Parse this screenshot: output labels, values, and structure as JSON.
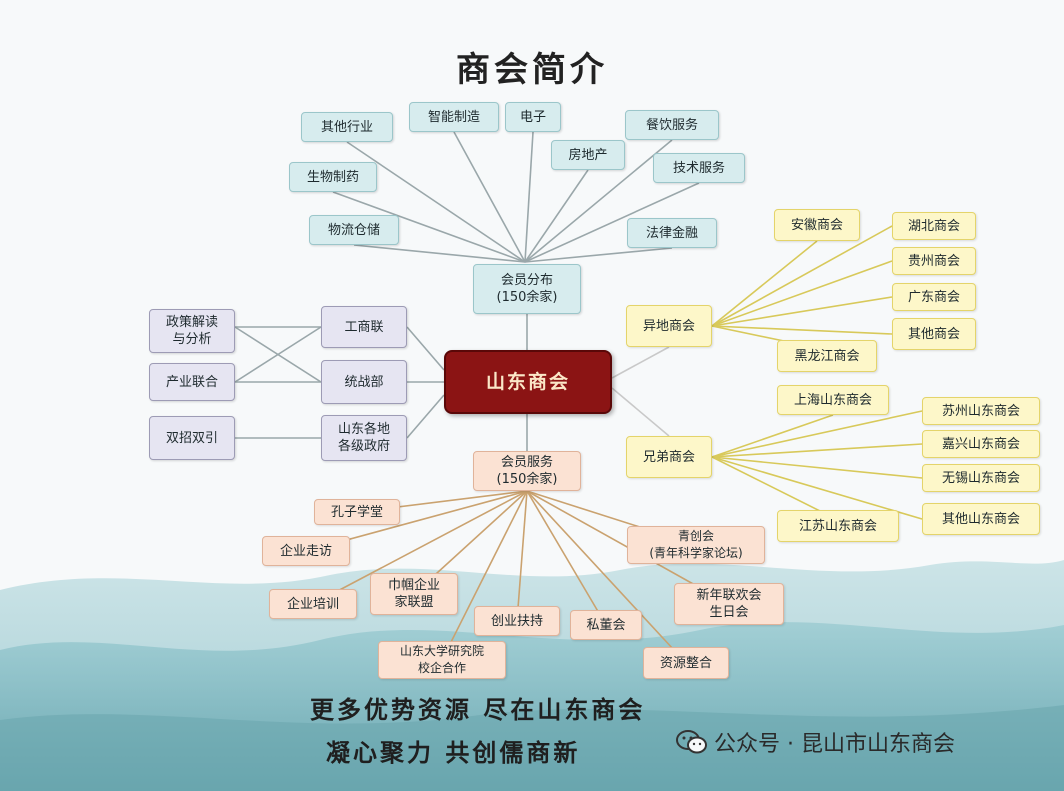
{
  "title": "商会简介",
  "center": "山东商会",
  "members_dist": {
    "hub": "会员分布\n(150余家)",
    "items": [
      "其他行业",
      "智能制造",
      "电子",
      "餐饮服务",
      "房地产",
      "生物制药",
      "技术服务",
      "物流仓储",
      "法律金融"
    ]
  },
  "members_service": {
    "hub": "会员服务\n(150余家)",
    "items": [
      "孔子学堂",
      "企业走访",
      "青创会\n(青年科学家论坛)",
      "巾帼企业\n家联盟",
      "企业培训",
      "新年联欢会\n生日会",
      "创业扶持",
      "私董会",
      "山东大学研究院\n校企合作",
      "资源整合"
    ]
  },
  "left_panel": {
    "hubs": [
      "工商联",
      "统战部",
      "山东各地\n各级政府"
    ],
    "items": [
      "政策解读\n与分析",
      "产业联合",
      "双招双引"
    ]
  },
  "remote_chambers": {
    "hub": "异地商会",
    "items": [
      "安徽商会",
      "湖北商会",
      "贵州商会",
      "广东商会",
      "其他商会",
      "黑龙江商会"
    ]
  },
  "brother_chambers": {
    "hub": "兄弟商会",
    "items": [
      "上海山东商会",
      "苏州山东商会",
      "嘉兴山东商会",
      "无锡山东商会",
      "其他山东商会",
      "江苏山东商会"
    ]
  },
  "slogans": [
    "更多优势资源 尽在山东商会",
    "凝心聚力 共创儒商新"
  ],
  "watermark": "公众号 · 昆山市山东商会",
  "colors": {
    "center_fill": "#8b1414",
    "teal": "#d7ecee",
    "yellow": "#fdf7c9",
    "peach": "#fbe2d3",
    "lavender": "#e6e5f2"
  }
}
